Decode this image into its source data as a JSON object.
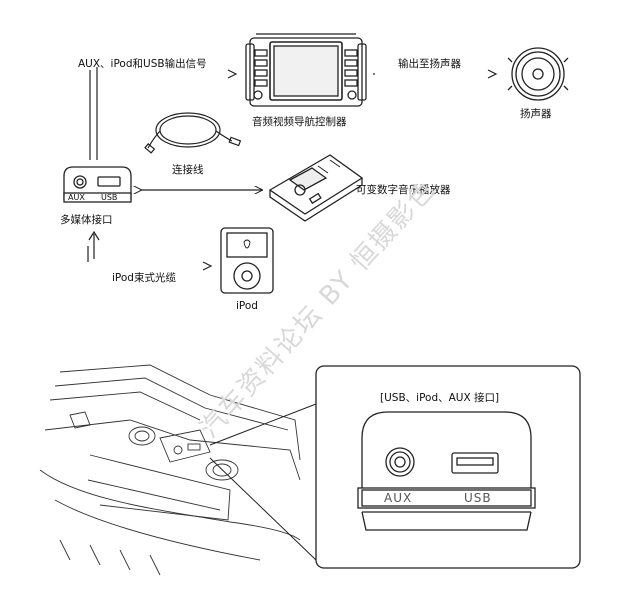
{
  "labels": {
    "signal_output": "AUX、iPod和USB输出信号",
    "head_unit": "音频视频导航控制器",
    "output_to_speaker": "输出至扬声器",
    "speaker": "扬声器",
    "cable": "连接线",
    "digital_player": "可变数字音乐播放器",
    "multimedia_port": "多媒体接口",
    "ipod_cable": "iPod束式光缆",
    "ipod": "iPod",
    "port_aux": "AUX",
    "port_usb": "USB",
    "detail_title": "[USB、iPod、AUX 接口]",
    "detail_aux": "AUX",
    "detail_usb": "USB"
  },
  "watermark": "汽车资料论坛 BY 恒摄影色"
}
